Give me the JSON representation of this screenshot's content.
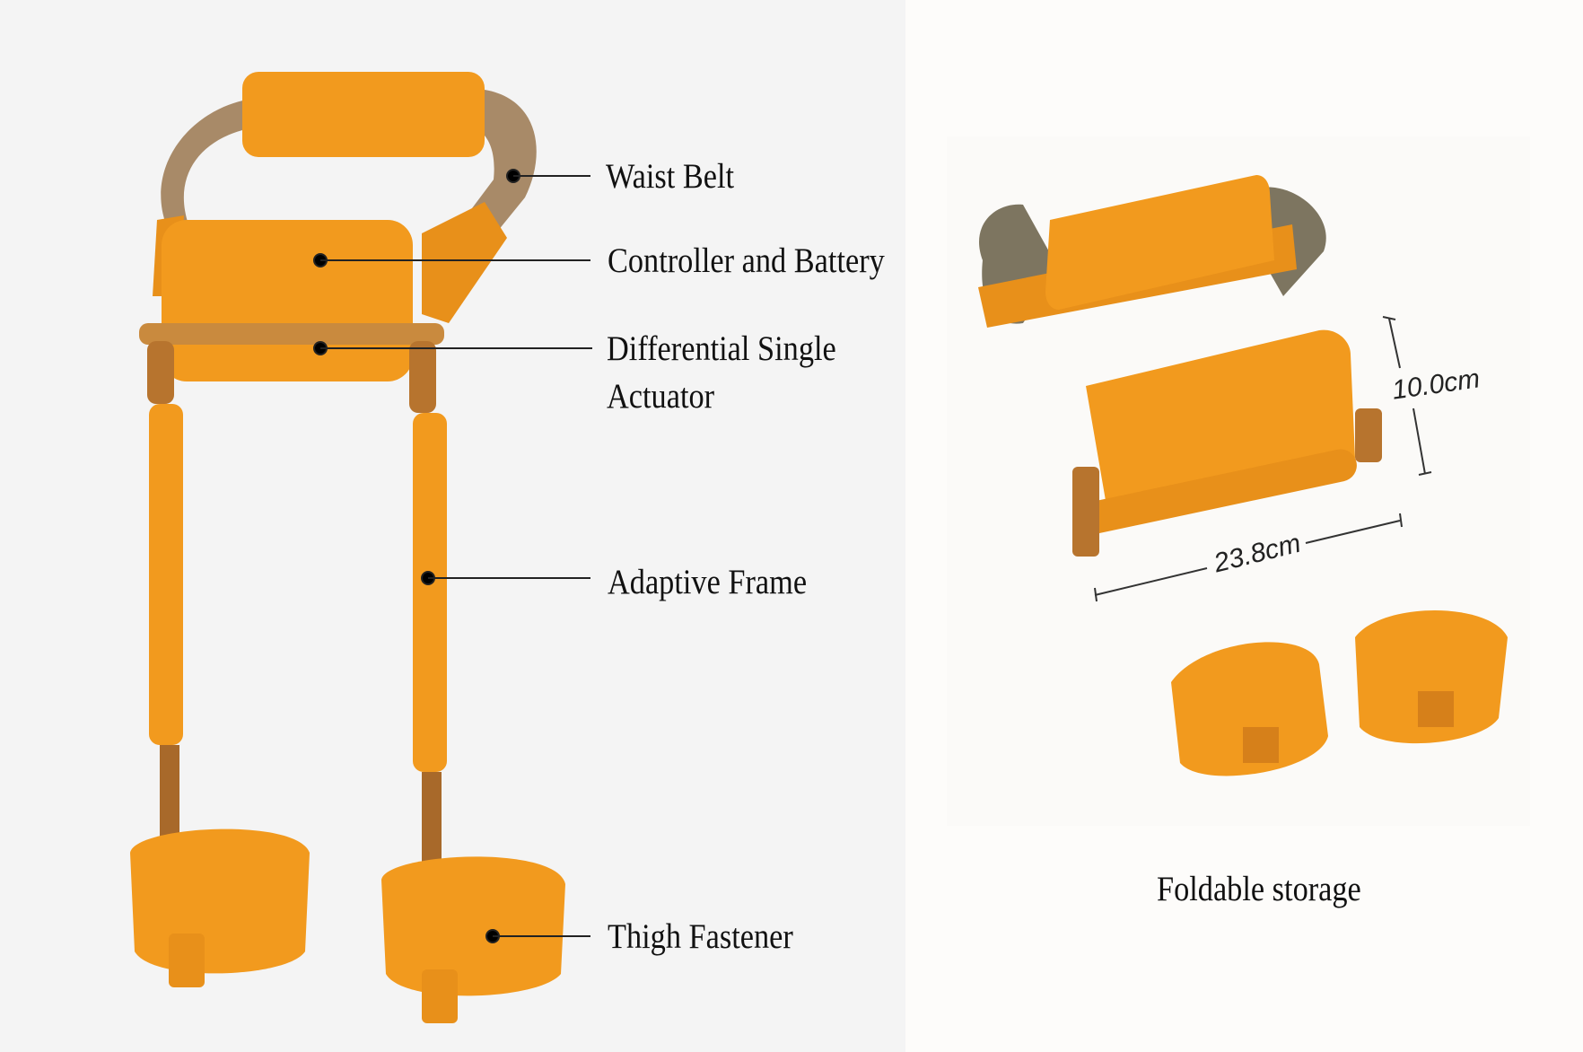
{
  "callouts": {
    "waist_belt": "Waist Belt",
    "controller_battery": "Controller and Battery",
    "differential_line1": "Differential Single",
    "differential_line2": "Actuator",
    "adaptive_frame": "Adaptive Frame",
    "thigh_fastener": "Thigh Fastener"
  },
  "storage": {
    "caption": "Foldable storage",
    "height_dimension": "10.0cm",
    "width_dimension": "23.8cm"
  },
  "colors": {
    "device_orange": "#f29a1e",
    "strap_tan": "#a88a68",
    "metal_bronze": "#b7742e",
    "left_background": "#f4f4f4",
    "right_background": "#fdfcfa"
  }
}
